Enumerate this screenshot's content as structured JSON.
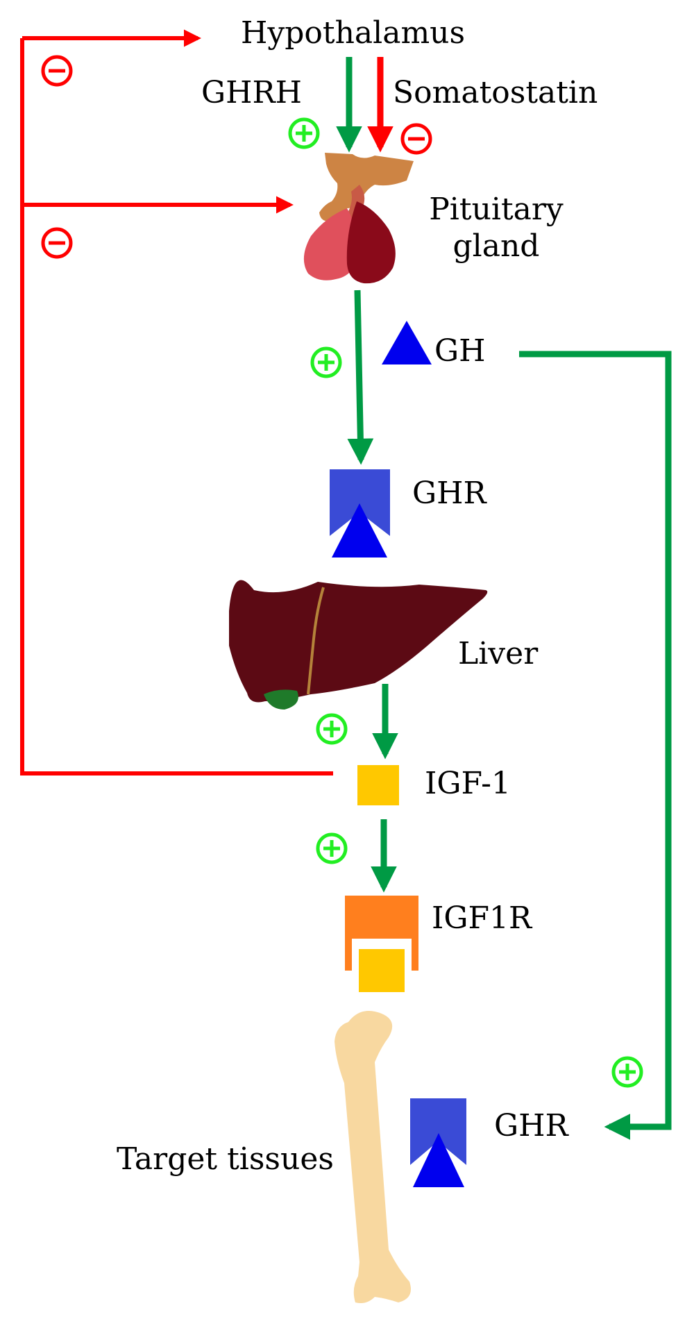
{
  "labels": {
    "hypothalamus": "Hypothalamus",
    "ghrh": "GHRH",
    "somatostatin": "Somatostatin",
    "pituitary_line1": "Pituitary",
    "pituitary_line2": "gland",
    "gh": "GH",
    "ghr_liver": "GHR",
    "liver": "Liver",
    "igf1": "IGF-1",
    "igf1r": "IGF1R",
    "ghr_target": "GHR",
    "target_tissues": "Target tissues"
  },
  "colors": {
    "stimulation": "#009a44",
    "inhibition": "#ff0000",
    "plus_sign": "#22ee22",
    "minus_sign": "#ff0000",
    "gh": "#0000ee",
    "ghr": "#3a4bd6",
    "igf1": "#ffc800",
    "igf1r": "#ff7f1e",
    "liver": "#5c0a14",
    "pituitary_anterior": "#e0505c",
    "pituitary_posterior": "#8a0a1a",
    "hypothalamus_tissue": "#cd8444",
    "bone": "#f8d8a0"
  },
  "regulation_signs": {
    "stimulation": "+",
    "inhibition": "−"
  }
}
